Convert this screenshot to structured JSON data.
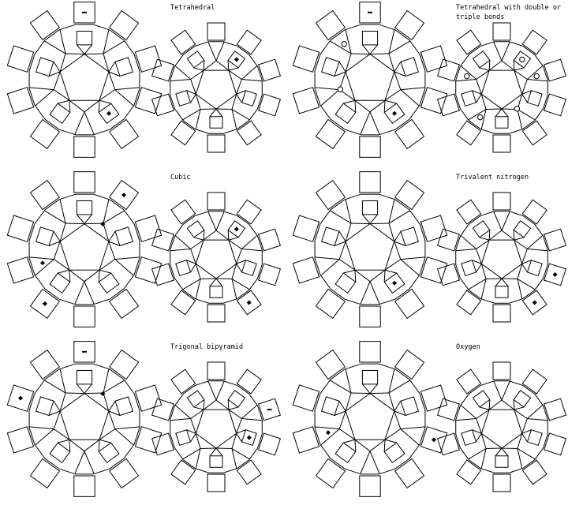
{
  "colors": {
    "ink": "#000000",
    "paper": "#ffffff"
  },
  "panels": [
    {
      "title_lines": [
        "Tetrahedral"
      ],
      "left_markers": [
        {
          "slot": "sq",
          "i": 3,
          "type": "dot"
        },
        {
          "slot": "flap",
          "i": 0,
          "type": "dash"
        }
      ],
      "right_markers": [
        {
          "slot": "sq",
          "i": 2,
          "type": "dot"
        }
      ]
    },
    {
      "title_lines": [
        "Tetrahedral with double or",
        "triple bonds"
      ],
      "left_markers": [
        {
          "slot": "sq",
          "i": 3,
          "type": "dot"
        },
        {
          "slot": "flap",
          "i": 0,
          "type": "dash"
        },
        {
          "slot": "pent",
          "i": 0,
          "type": "ring"
        },
        {
          "slot": "hex",
          "i": 1,
          "type": "ring"
        }
      ],
      "right_markers": [
        {
          "slot": "sq",
          "i": 2,
          "type": "ring"
        },
        {
          "slot": "hex",
          "i": 0,
          "type": "ring"
        },
        {
          "slot": "pent",
          "i": 1,
          "type": "ring"
        },
        {
          "slot": "pent",
          "i": 3,
          "type": "ring"
        },
        {
          "slot": "pent",
          "i": 4,
          "type": "ring"
        }
      ]
    },
    {
      "title_lines": [
        "Cubic"
      ],
      "left_markers": [
        {
          "slot": "flap",
          "i": 9,
          "type": "dot"
        },
        {
          "slot": "pent",
          "i": 1,
          "type": "dot"
        },
        {
          "slot": "hex",
          "i": 4,
          "type": "dot"
        },
        {
          "slot": "flap",
          "i": 4,
          "type": "dot"
        }
      ],
      "right_markers": [
        {
          "slot": "sq",
          "i": 2,
          "type": "dot"
        },
        {
          "slot": "flap",
          "i": 1,
          "type": "dot"
        }
      ]
    },
    {
      "title_lines": [
        "Trivalent nitrogen"
      ],
      "left_markers": [
        {
          "slot": "sq",
          "i": 3,
          "type": "dot"
        }
      ],
      "right_markers": [
        {
          "slot": "flap",
          "i": 2,
          "type": "dot"
        },
        {
          "slot": "flap",
          "i": 1,
          "type": "dot"
        }
      ]
    },
    {
      "title_lines": [
        "Trigonal bipyramid"
      ],
      "left_markers": [
        {
          "slot": "flap",
          "i": 0,
          "type": "dash"
        },
        {
          "slot": "hex",
          "i": 4,
          "type": "dot"
        },
        {
          "slot": "flap",
          "i": 2,
          "type": "dot"
        }
      ],
      "right_markers": [
        {
          "slot": "sq",
          "i": 1,
          "type": "dot"
        },
        {
          "slot": "flap",
          "i": 3,
          "type": "dash"
        }
      ]
    },
    {
      "title_lines": [
        "Oxygen"
      ],
      "left_markers": [
        {
          "slot": "pent",
          "i": 1,
          "type": "dot"
        },
        {
          "slot": "flap",
          "i": 7,
          "type": "dot"
        }
      ],
      "right_markers": []
    }
  ]
}
